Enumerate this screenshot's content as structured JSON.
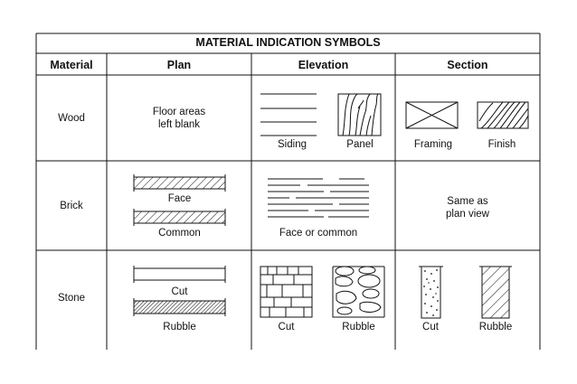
{
  "title": "MATERIAL INDICATION SYMBOLS",
  "headers": {
    "material": "Material",
    "plan": "Plan",
    "elevation": "Elevation",
    "section": "Section"
  },
  "rows": {
    "wood": {
      "material": "Wood",
      "plan_note": "Floor areas\nleft blank",
      "elevation_labels": [
        "Siding",
        "Panel"
      ],
      "section_labels": [
        "Framing",
        "Finish"
      ]
    },
    "brick": {
      "material": "Brick",
      "plan_labels": [
        "Face",
        "Common"
      ],
      "elevation_label": "Face or common",
      "section_note": "Same as\nplan view"
    },
    "stone": {
      "material": "Stone",
      "plan_labels": [
        "Cut",
        "Rubble"
      ],
      "elevation_labels": [
        "Cut",
        "Rubble"
      ],
      "section_labels": [
        "Cut",
        "Rubble"
      ]
    }
  },
  "colors": {
    "line": "#111111",
    "background": "#ffffff"
  }
}
